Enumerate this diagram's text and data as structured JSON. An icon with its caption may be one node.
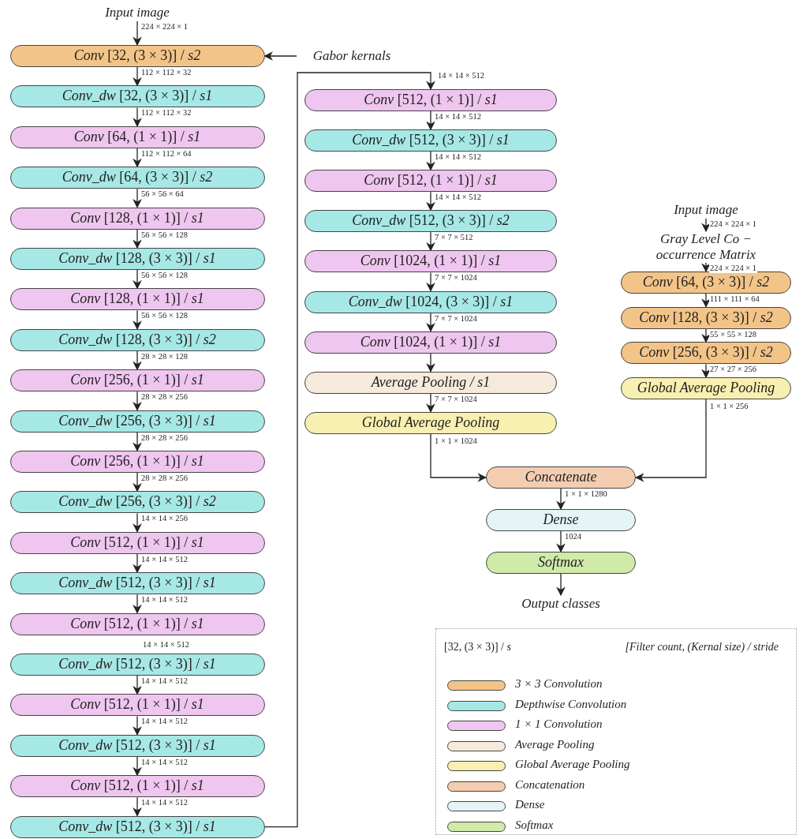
{
  "diagram": {
    "nodes": [
      {
        "text": [
          "Input image"
        ]
      },
      {
        "text": [
          "*Conv* [32, (3 × 3)] / *s2*"
        ]
      },
      {
        "text": [
          "*Conv_dw* [32, (3 × 3)] / *s1*"
        ]
      },
      {
        "text": [
          "*Conv* [64, (1 × 1)] / *s1*"
        ]
      },
      {
        "text": [
          "*Conv_dw* [64, (3 × 3)] / *s2*"
        ]
      },
      {
        "text": [
          "*Conv* [128, (1 × 1)] / *s1*"
        ]
      },
      {
        "text": [
          "*Conv_dw* [128, (3 × 3)] / *s1*"
        ]
      },
      {
        "text": [
          "*Conv* [128, (1 × 1)] / *s1*"
        ]
      },
      {
        "text": [
          "*Conv_dw* [128, (3 × 3)] / *s2*"
        ]
      },
      {
        "text": [
          "*Conv* [256, (1 × 1)] / *s1*"
        ]
      },
      {
        "text": [
          "*Conv_dw* [256, (3 × 3)] / *s1*"
        ]
      },
      {
        "text": [
          "*Conv* [256, (1 × 1)] / *s1*"
        ]
      },
      {
        "text": [
          "*Conv_dw* [256, (3 × 3)] / *s2*"
        ]
      },
      {
        "text": [
          "*Conv* [512, (1 × 1)] / *s1*"
        ]
      },
      {
        "text": [
          "*Conv_dw* [512, (3 × 3)] / *s1*"
        ]
      },
      {
        "text": [
          "*Conv* [512, (1 × 1)] / *s1*"
        ]
      },
      {
        "text": [
          "*Conv_dw* [512, (3 × 3)] / *s1*"
        ]
      },
      {
        "text": [
          "*Conv* [512, (1 × 1)] / *s1*"
        ]
      },
      {
        "text": [
          "*Conv_dw* [512, (3 × 3)] / *s1*"
        ]
      },
      {
        "text": [
          "*Conv* [512, (1 × 1)] / *s1*"
        ]
      },
      {
        "text": [
          "*Conv_dw* [512, (3 × 3)] / *s1*"
        ]
      },
      {
        "text": [
          "Gabor kernals"
        ]
      },
      {
        "text": [
          "*Conv* [512, (1 × 1)] / *s1*"
        ]
      },
      {
        "text": [
          "*Conv_dw* [512, (3 × 3)] / *s1*"
        ]
      },
      {
        "text": [
          "*Conv* [512, (1 × 1)] / *s1*"
        ]
      },
      {
        "text": [
          "*Conv_dw* [512, (3 × 3)] / *s2*"
        ]
      },
      {
        "text": [
          "*Conv* [1024, (1 × 1)] / *s1*"
        ]
      },
      {
        "text": [
          "*Conv_dw* [1024, (3 × 3)] / *s1*"
        ]
      },
      {
        "text": [
          "*Conv* [1024, (1 × 1)] / *s1*"
        ]
      },
      {
        "text": [
          "Average Pooling / s1"
        ]
      },
      {
        "text": [
          "Global Average Pooling"
        ]
      },
      {
        "text": [
          "Input image"
        ]
      },
      {
        "text": [
          "Gray Level Co − occurrence Matrix"
        ]
      },
      {
        "text": [
          "*Conv* [64, (3 × 3)] / *s2*"
        ]
      },
      {
        "text": [
          "*Conv* [128, (3 × 3)] / *s2*"
        ]
      },
      {
        "text": [
          "*Conv* [256, (3 × 3)] / *s2*"
        ]
      },
      {
        "text": [
          "Global Average Pooling"
        ]
      },
      {
        "text": [
          "Concatenate"
        ]
      },
      {
        "text": [
          "Dense"
        ]
      },
      {
        "text": [
          "Softmax"
        ]
      },
      {
        "text": [
          "Output classes"
        ]
      }
    ],
    "edges": [
      {
        "from": 0,
        "to": 1,
        "arrow": "to",
        "label": "224 × 224 × 1"
      },
      {
        "from": 1,
        "to": 2,
        "arrow": "to",
        "label": "112 × 112 × 32"
      },
      {
        "from": 2,
        "to": 3,
        "arrow": "to",
        "label": "112 × 112 × 32"
      },
      {
        "from": 3,
        "to": 4,
        "arrow": "to",
        "label": "112 × 112 × 64"
      },
      {
        "from": 4,
        "to": 5,
        "arrow": "to",
        "label": "56 × 56 × 64"
      },
      {
        "from": 5,
        "to": 6,
        "arrow": "to",
        "label": "56 × 56 × 128"
      },
      {
        "from": 6,
        "to": 7,
        "arrow": "to",
        "label": "56 × 56 × 128"
      },
      {
        "from": 7,
        "to": 8,
        "arrow": "to",
        "label": "56 × 56 × 128"
      },
      {
        "from": 8,
        "to": 9,
        "arrow": "to",
        "label": "28 × 28 × 128"
      },
      {
        "from": 9,
        "to": 10,
        "arrow": "to",
        "label": "28 × 28 × 256"
      },
      {
        "from": 10,
        "to": 11,
        "arrow": "to",
        "label": "28 × 28 × 256"
      },
      {
        "from": 11,
        "to": 12,
        "arrow": "to",
        "label": "28 × 28 × 256"
      },
      {
        "from": 12,
        "to": 13,
        "arrow": "to",
        "label": "14 × 14 × 256"
      },
      {
        "from": 13,
        "to": 14,
        "arrow": "to",
        "label": "14 × 14 × 512"
      },
      {
        "from": 14,
        "to": 15,
        "arrow": "to",
        "label": "14 × 14 × 512"
      },
      {
        "from": 16,
        "to": 17,
        "arrow": "to",
        "label": "14 × 14 × 512"
      },
      {
        "from": 17,
        "to": 18,
        "arrow": "to",
        "label": "14 × 14 × 512"
      },
      {
        "from": 18,
        "to": 19,
        "arrow": "to",
        "label": "14 × 14 × 512"
      },
      {
        "from": 19,
        "to": 20,
        "arrow": "to",
        "label": "14 × 14 × 512"
      },
      {
        "from": 20,
        "to": 22,
        "arrow": "to",
        "label": "14 × 14 × 512"
      },
      {
        "from": 21,
        "to": 1,
        "arrow": "to"
      },
      {
        "from": 22,
        "to": 23,
        "arrow": "to",
        "label": "14 × 14 × 512"
      },
      {
        "from": 23,
        "to": 24,
        "arrow": "to",
        "label": "14 × 14 × 512"
      },
      {
        "from": 24,
        "to": 25,
        "arrow": "to",
        "label": "14 × 14 × 512"
      },
      {
        "from": 25,
        "to": 26,
        "arrow": "to",
        "label": "7 × 7 × 512"
      },
      {
        "from": 26,
        "to": 27,
        "arrow": "to",
        "label": "7 × 7 × 1024"
      },
      {
        "from": 27,
        "to": 28,
        "arrow": "to",
        "label": "7 × 7 × 1024"
      },
      {
        "from": 28,
        "to": 29,
        "arrow": "to"
      },
      {
        "from": 29,
        "to": 30,
        "arrow": "to",
        "label": "7 × 7 × 1024"
      },
      {
        "from": 30,
        "to": 37,
        "arrow": "to",
        "label": "1 × 1 × 1024"
      },
      {
        "from": 31,
        "to": 32,
        "arrow": "to",
        "label": "224 × 224 × 1"
      },
      {
        "from": 32,
        "to": 33,
        "arrow": "to",
        "label": "224 × 224 × 1"
      },
      {
        "from": 33,
        "to": 34,
        "arrow": "to",
        "label": "111 × 111 × 64"
      },
      {
        "from": 34,
        "to": 35,
        "arrow": "to",
        "label": "55 × 55 × 128"
      },
      {
        "from": 35,
        "to": 36,
        "arrow": "to",
        "label": "27 × 27 × 256"
      },
      {
        "from": 36,
        "to": 37,
        "arrow": "to",
        "label": "1 × 1 × 256"
      },
      {
        "from": 37,
        "to": 38,
        "arrow": "to",
        "label": "1 × 1 × 1280"
      },
      {
        "from": 38,
        "to": 39,
        "arrow": "to",
        "label": "1024"
      },
      {
        "from": 39,
        "to": 40,
        "arrow": "to"
      }
    ],
    "labels": [
      "14 × 14 × 512",
      "[32, (3 × 3)] / *s*",
      "[Filter count, (Kernal size) / stride"
    ],
    "legend": [
      {
        "text": "3 × 3 Convolution",
        "color": "#f3c487"
      },
      {
        "text": "Depthwise Convolution",
        "color": "#a6e8e6"
      },
      {
        "text": "1 × 1 Convolution",
        "color": "#efc6ef"
      },
      {
        "text": "Average Pooling",
        "color": "#f6eadc"
      },
      {
        "text": "Global Average Pooling",
        "color": "#f7f0b0"
      },
      {
        "text": "Concatenation",
        "color": "#f4cdb0"
      },
      {
        "text": "Dense",
        "color": "#e4f4f7"
      },
      {
        "text": "Softmax",
        "color": "#cfeaa9"
      }
    ]
  }
}
